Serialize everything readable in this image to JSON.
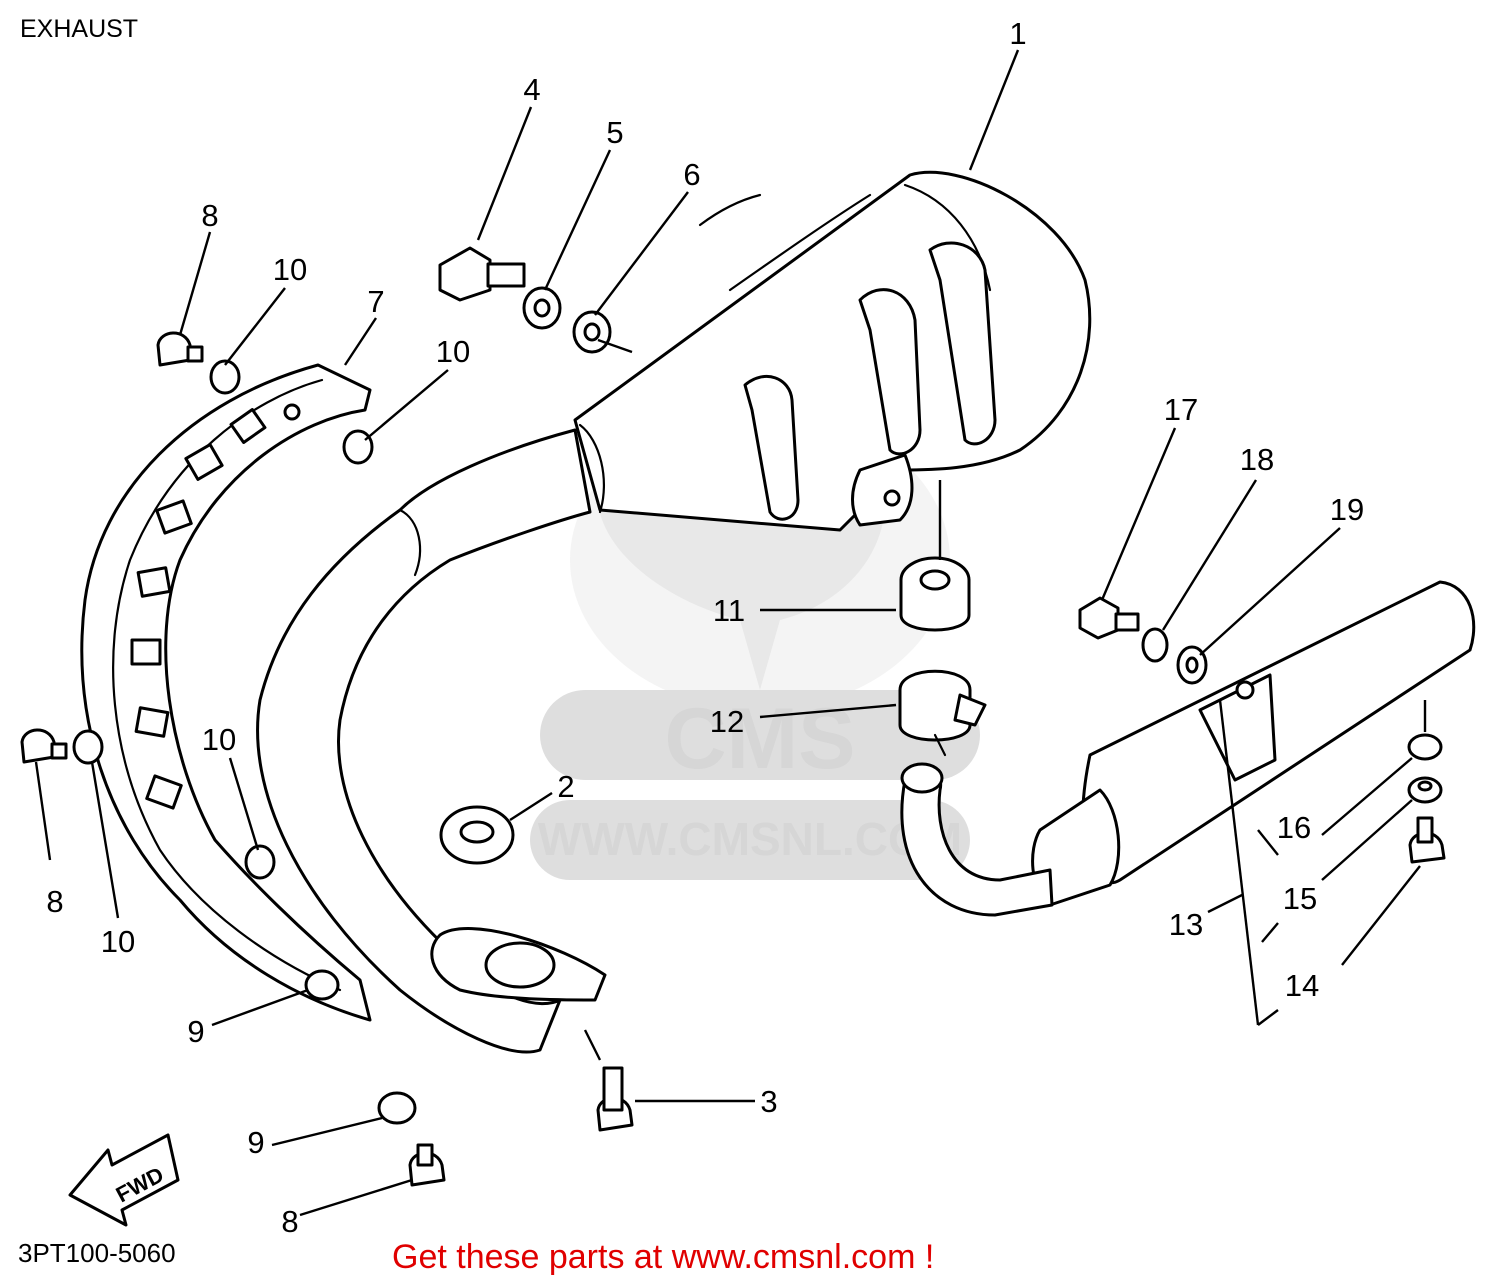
{
  "header": {
    "title": "EXHAUST"
  },
  "diagram_code": "3PT100-5060",
  "promo_text": "Get these parts at www.cmsnl.com !",
  "watermark": {
    "logo_text": "CMS",
    "url_text": "WWW.CMSNL.COM"
  },
  "fwd_arrow_label": "FWD",
  "callouts": [
    {
      "id": "c1",
      "label": "1"
    },
    {
      "id": "c2",
      "label": "2"
    },
    {
      "id": "c3",
      "label": "3"
    },
    {
      "id": "c4",
      "label": "4"
    },
    {
      "id": "c5",
      "label": "5"
    },
    {
      "id": "c6",
      "label": "6"
    },
    {
      "id": "c7",
      "label": "7"
    },
    {
      "id": "c8a",
      "label": "8"
    },
    {
      "id": "c8b",
      "label": "8"
    },
    {
      "id": "c8c",
      "label": "8"
    },
    {
      "id": "c9a",
      "label": "9"
    },
    {
      "id": "c9b",
      "label": "9"
    },
    {
      "id": "c10a",
      "label": "10"
    },
    {
      "id": "c10b",
      "label": "10"
    },
    {
      "id": "c10c",
      "label": "10"
    },
    {
      "id": "c10d",
      "label": "10"
    },
    {
      "id": "c11",
      "label": "11"
    },
    {
      "id": "c12",
      "label": "12"
    },
    {
      "id": "c13",
      "label": "13"
    },
    {
      "id": "c14",
      "label": "14"
    },
    {
      "id": "c15",
      "label": "15"
    },
    {
      "id": "c16",
      "label": "16"
    },
    {
      "id": "c17",
      "label": "17"
    },
    {
      "id": "c18",
      "label": "18"
    },
    {
      "id": "c19",
      "label": "19"
    }
  ],
  "colors": {
    "promo": "#e00000",
    "line": "#000000",
    "watermark": "#d9d9d9"
  }
}
